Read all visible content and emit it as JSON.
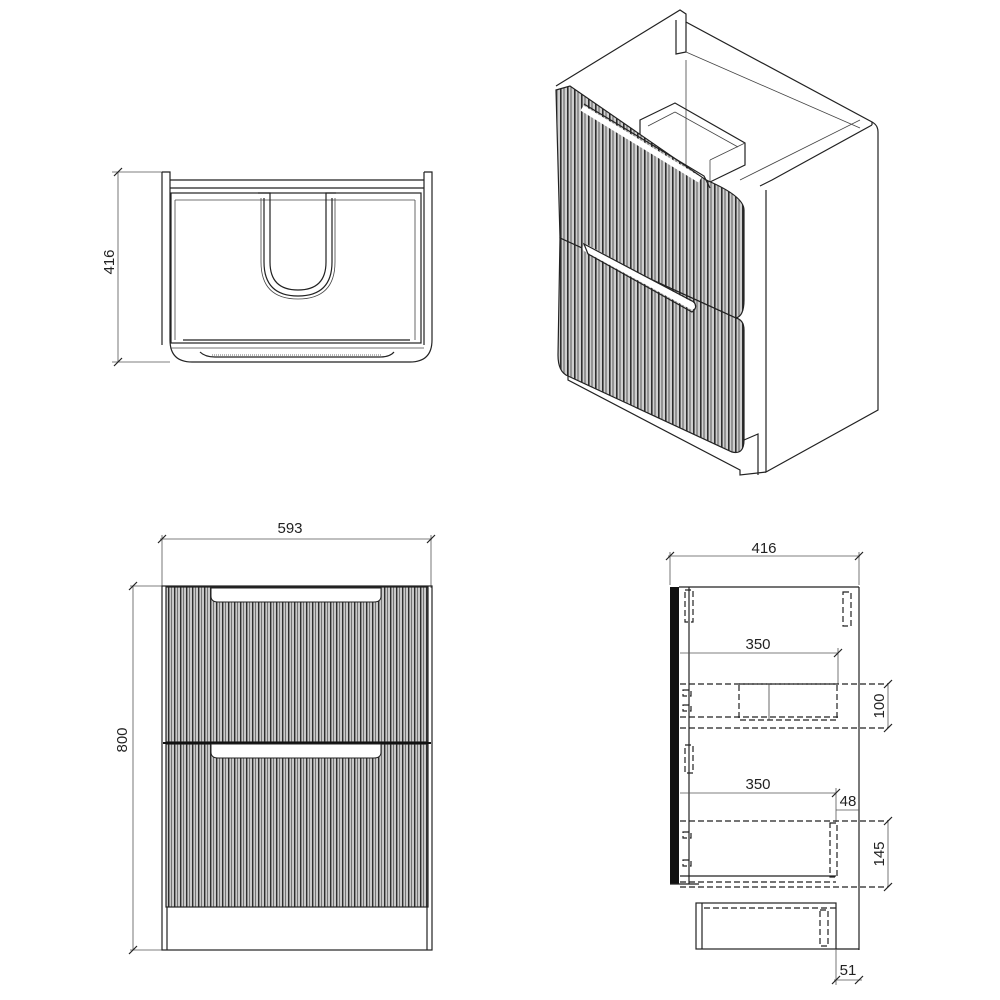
{
  "drawing": {
    "subject": "Freestanding vanity unit, 2 fluted drawers",
    "colors": {
      "line": "#222222",
      "flute_dark": "#3a3a3a",
      "flute_light": "#bdbdbd",
      "background": "#ffffff"
    }
  },
  "views": {
    "top_view": {
      "depth_label": "416"
    },
    "isometric_view": {},
    "front_view": {
      "width_label": "593",
      "height_label": "800"
    },
    "side_view": {
      "depth_label": "416",
      "top_drawer_depth_label": "350",
      "top_drawer_height_label": "100",
      "bottom_drawer_depth_label": "350",
      "bottom_drawer_offset_label": "48",
      "bottom_drawer_height_label": "145",
      "plinth_offset_label": "51"
    }
  }
}
